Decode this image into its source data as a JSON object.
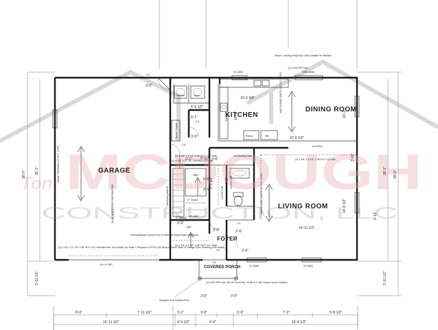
{
  "rooms": {
    "garage": "GARAGE",
    "kitchen": "KITCHEN",
    "dining": "DINING ROOM",
    "living": "LIVING ROOM",
    "foyer": "FOYER",
    "porch": "COVERED PORCH"
  },
  "notes": {
    "steps": "Steps / Landing Req'd By Code (Details Per Builder)",
    "roof_trusses": "ROOF TRUSSES 24\" O.C. (TYP.)",
    "slab": "SLAB SLOPE PER CONTRACTOR",
    "sidewall": "Sidewall/Slope Closet Floor To Remain Req'd Build Headroom",
    "garage_beam": "(2) 1 3/4\" x 11 7/8\" 2.0E PLIT LVL Extended Hdr. W/ Double Top Plate + Simpson CT6714 Coil Strap At Each Side Of Garage Door Opening (See Detail)",
    "bearing_wall": "2x4 Bearing Wall",
    "beam1": "(2) 1 3/4\" x 9 1/2\" 2.0E PLIT LVL Hdr.",
    "beam2": "(2) 1 3/4\" x 9 1/2\" 2.0E PLIT LVL Flush",
    "beam3": "(2) 1 3/4\" x 9 1/2\" 2.0E PLIT LVL Flush",
    "joists_top": "2x10 FLOOR JOISTS 16\" O.C. (TYP.)",
    "joists_living": "2x10 FLOOR JOISTS 16\" O.C. (TYP.)",
    "porch_note": "(1) 2x10 SPF Hdr. Top Of Porch Hdr. To Be 8'-1 1/8\" Above House Subfloor",
    "post": "Wrapped 4x4 Treated Post",
    "hdr_top": "(1) 2x10 SPF Hdr.",
    "hdr_beam": "(2) 1 3/4\" x 11 7/8\" 2.0E PLIT LVL Hdr.",
    "opg": "6-6 OPG.",
    "half_wall": "Tub/Swing Wall Ht.",
    "treads": "9\" Treads",
    "treads2": "9\" Treads",
    "dn": "DN",
    "up": "UP"
  },
  "labels": {
    "washer": "Washer",
    "dryer": "Dryer",
    "pantry": "Pantry",
    "ref": "Ref",
    "range": "Range",
    "bench": "Bench / Hooks",
    "garage_door": "16 x 8 OHD",
    "win_top": "VC-3030",
    "win_top2": "VS60-6068",
    "win_living1": "VS-3650",
    "win_living2": "VS-3650",
    "win_foyer": "VS-3650",
    "porch_ext": "3-0",
    "door30": "3-0",
    "door28": "2-8",
    "door28b": "2-8",
    "door24": "2-4",
    "door2": "3-0",
    "pkt": "2-8 PKT DR.",
    "closet": "2-6 PKT DR."
  },
  "dimensions": {
    "top_3_0": "3'-0\"",
    "kitchen_w": "10'-0 3/8\"",
    "kitchen_h": "10'-1\"",
    "dining_h": "10'-1\"",
    "living_w": "14'-11 1/2\"",
    "living_h": "14'-8 1/2\"",
    "s1": "5'-5 1/2\"",
    "s2": "3'-1\"",
    "s3": "5'-11\"",
    "s4": "11'-0 1/2\"",
    "s5": "3'-6\"",
    "s6": "3'-3 1/2\"",
    "s7": "3'-6\"",
    "s8": "2'-6\"",
    "s9": "3'-6\"",
    "s10": "3'-6\"",
    "s11": "3'-1\"",
    "s12": "4'-0\"",
    "s13": "3'-11\"",
    "s14": "5'-0\"",
    "s15": "8'-1\"",
    "s16": "3'-5\"",
    "left_total": "30'-0\"",
    "left_inner": "26'-1\"",
    "left_small": "3'-11 1/2\"",
    "right_total": "30'-0\"",
    "right_inner": "26'-1\"",
    "right_small": "3'-11 1/2\"",
    "right_mid": "3'-11\"",
    "b1": "8'-0\"",
    "b2": "7'-11 1/2\"",
    "b3": "3'-1\"",
    "b4": "3'-0\"",
    "b5": "3'-9\"",
    "b6": "7'-3\"",
    "b7": "5'-8 1/2\"",
    "bb1": "15'-11 1/2\"",
    "bb2": "3'-4 1/2\"",
    "bb3": "6'-0\"",
    "bb4": "16'-8 1/2\"",
    "p1": "3'-0\"",
    "p2": "3'-0\""
  },
  "watermark": {
    "brand": "MCDOUGH",
    "prefix": "Ton",
    "sub": "CONSTRUCTION, LLC"
  },
  "colors": {
    "line": "#1a1a1a",
    "watermark_red": "#e8a6aa",
    "watermark_gray": "#d9d9d9"
  }
}
